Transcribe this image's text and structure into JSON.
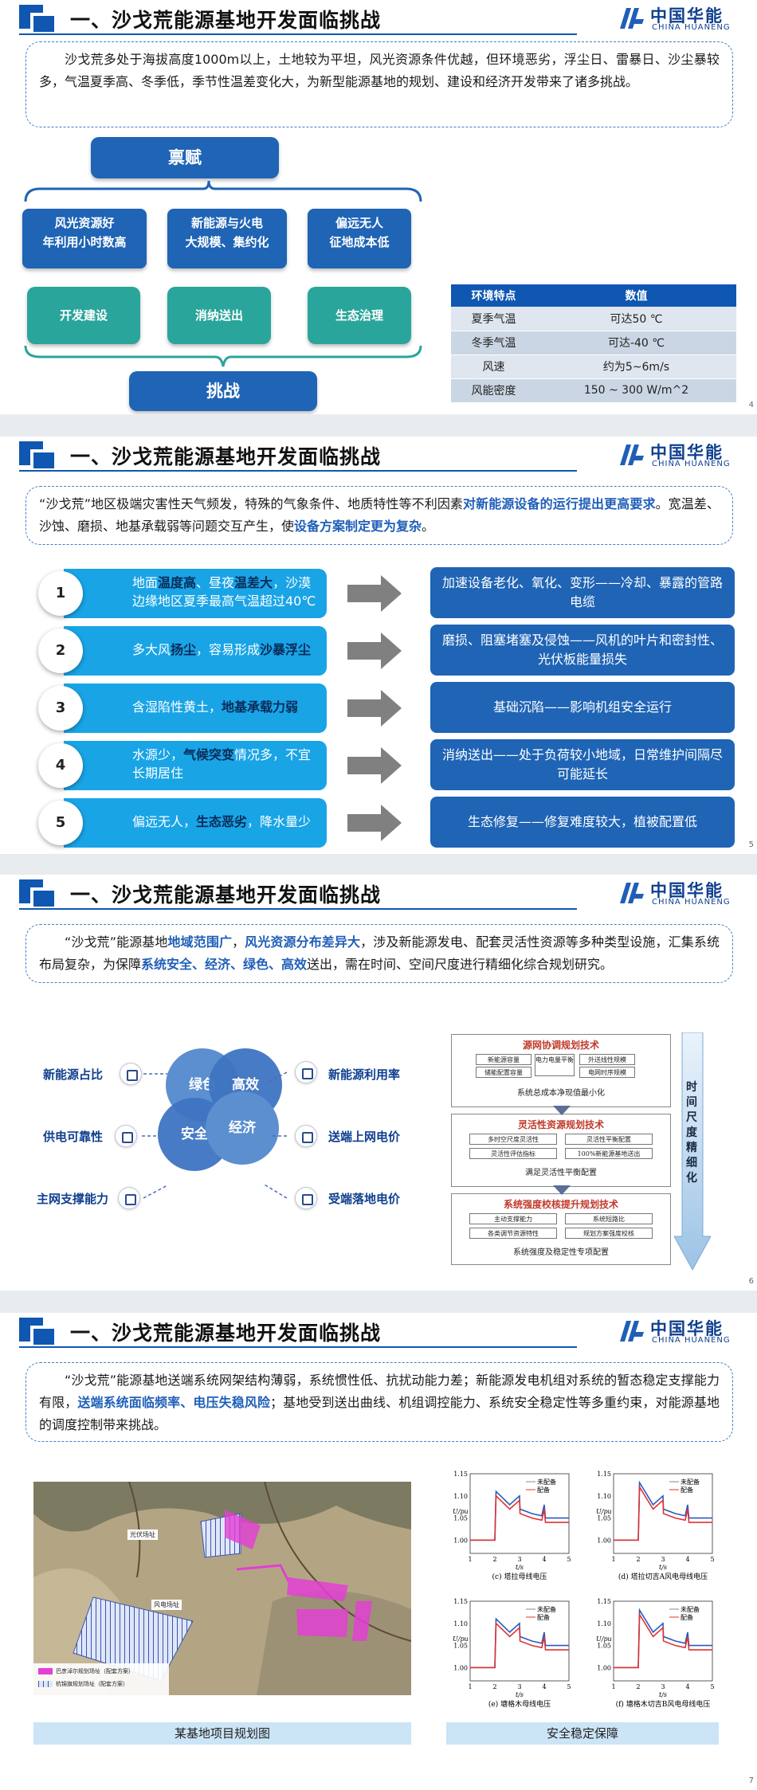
{
  "header_title": "一、沙戈荒能源基地开发面临挑战",
  "logo": {
    "cn": "中国华能",
    "en": "CHINA HUANENG"
  },
  "slide1": {
    "intro": "沙戈荒多处于海拔高度1000m以上，土地较为平坦，风光资源条件优越，但环境恶劣，浮尘日、雷暴日、沙尘暴较多，气温夏季高、冬季低，季节性温差变化大，为新型能源基地的规划、建设和经济开发带来了诸多挑战。",
    "gift": "禀赋",
    "gift_items": [
      {
        "l1": "风光资源好",
        "l2": "年利用小时数高"
      },
      {
        "l1": "新能源与火电",
        "l2": "大规模、集约化"
      },
      {
        "l1": "偏远无人",
        "l2": "征地成本低"
      }
    ],
    "ops": [
      "开发建设",
      "消纳送出",
      "生态治理"
    ],
    "challenge": "挑战",
    "table": {
      "headers": [
        "环境特点",
        "数值"
      ],
      "rows": [
        [
          "夏季气温",
          "可达50 ℃"
        ],
        [
          "冬季气温",
          "可达-40 ℃"
        ],
        [
          "风速",
          "约为5~6m/s"
        ],
        [
          "风能密度",
          "150 ~ 300 W/m^2"
        ]
      ]
    },
    "page": "4"
  },
  "slide2": {
    "intro_a": "“沙戈荒”地区极端灾害性天气频发，特殊的气象条件、地质特性等不利因素",
    "intro_b": "对新能源设备的运行提出更高要求",
    "intro_c": "。宽温差、沙蚀、磨损、地基承载弱等问题交互产生，使",
    "intro_d": "设备方案制定更为复杂",
    "intro_e": "。",
    "items": [
      {
        "num": "1",
        "a": "地面",
        "b": "温度高",
        "c": "、昼夜",
        "d": "温差大",
        "e": "，沙漠边缘地区夏季最高气温超过40℃",
        "right": "加速设备老化、氧化、变形——冷却、暴露的管路电缆"
      },
      {
        "num": "2",
        "a": "多大风",
        "b": "扬尘",
        "c": "，容易形成",
        "d": "沙暴浮尘",
        "e": "",
        "right": "磨损、阻塞堵塞及侵蚀——风机的叶片和密封性、光伏板能量损失"
      },
      {
        "num": "3",
        "a": "含湿陷性黄土，",
        "b": "地基承载力弱",
        "c": "",
        "d": "",
        "e": "",
        "right": "基础沉陷——影响机组安全运行"
      },
      {
        "num": "4",
        "a": "水源少，",
        "b": "气候突变",
        "c": "情况多，不宜长期居住",
        "d": "",
        "e": "",
        "right": "消纳送出——处于负荷较小地域，日常维护间隔尽可能延长"
      },
      {
        "num": "5",
        "a": "偏远无人，",
        "b": "生态恶劣",
        "c": "，降水量少",
        "d": "",
        "e": "",
        "right": "生态修复——修复难度较大，植被配置低"
      }
    ],
    "page": "5"
  },
  "slide3": {
    "intro_a": "“沙戈荒”能源基地",
    "intro_b": "地域范围广",
    "intro_c": "，",
    "intro_d": "风光资源分布差异大",
    "intro_e": "，涉及新能源发电、配套灵活性资源等多种类型设施，汇集系统布局复杂，为保障",
    "intro_f": "系统安全、经济、绿色、高效",
    "intro_g": "送出，需在时间、空间尺度进行精细化综合规划研究。",
    "petals": [
      "绿色",
      "高效",
      "安全",
      "经济"
    ],
    "left_labels": [
      "新能源占比",
      "供电可靠性",
      "主网支撑能力"
    ],
    "right_labels": [
      "新能源利用率",
      "送端上网电价",
      "受端落地电价"
    ],
    "tech": [
      {
        "title": "源网协调规划技术",
        "cells": [
          "新能源容量",
          "电力电量平衡",
          "外送线性规模",
          "储能配置容量",
          "电网时序规模"
        ],
        "foot": "系统总成本净现值最小化"
      },
      {
        "title": "灵活性资源规划技术",
        "cells": [
          "多时空尺度灵活性",
          "灵活性平衡配置",
          "灵活性评估指标",
          "100%新能源基地送出"
        ],
        "foot": "满足灵活性平衡配置"
      },
      {
        "title": "系统强度校核提升规划技术",
        "cells": [
          "主动支撑能力",
          "系统短路比",
          "各类调节资源特性",
          "规划方案强度校核"
        ],
        "foot": "系统强度及稳定性专项配置"
      }
    ],
    "side": "时间尺度精细化",
    "page": "6"
  },
  "slide4": {
    "intro_a": "“沙戈荒”能源基地送端系统网架结构薄弱，系统惯性低、抗扰动能力差；新能源发电机组对系统的暂态稳定支撑能力有限，",
    "intro_b": "送端系统面临频率、电压失稳风险",
    "intro_c": "；基地受到送出曲线、机组调控能力、系统安全稳定性等多重约束，对能源基地的调度控制带来挑战。",
    "map_labels": [
      "光伏场址",
      "风电场址"
    ],
    "map_legend": [
      "巴彦淖尔规划场址（配套方案）",
      "杭锦旗规划场址（配套方案）"
    ],
    "cap_left": "某基地项目规划图",
    "cap_right": "安全稳定保障",
    "legend": [
      "未配备",
      "配备"
    ],
    "charts": [
      "(c) 塔拉母线电压",
      "(d) 塔拉切吉A风电母线电压",
      "(e) 塘格木母线电压",
      "(f) 塘格木切吉B风电母线电压"
    ],
    "ylabel": "U/pu",
    "xlabel": "t/s",
    "yticks": [
      "1.15",
      "1.10",
      "1.05",
      "1.00"
    ],
    "xticks": [
      "1",
      "2",
      "3",
      "4",
      "5"
    ],
    "page": "7"
  }
}
